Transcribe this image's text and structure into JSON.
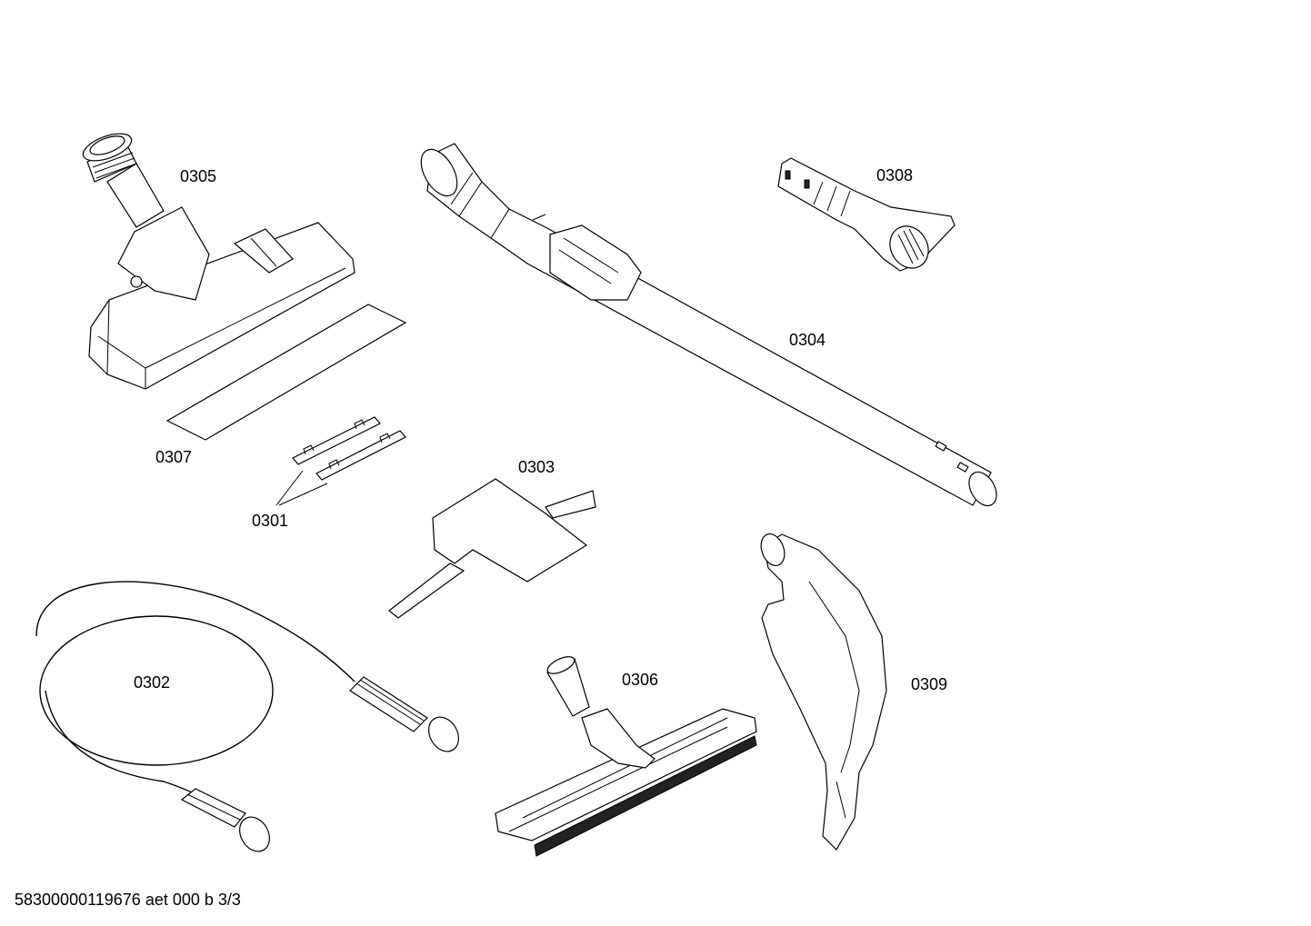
{
  "labels": {
    "p0301": "0301",
    "p0302": "0302",
    "p0303": "0303",
    "p0304": "0304",
    "p0305": "0305",
    "p0306": "0306",
    "p0307": "0307",
    "p0308": "0308",
    "p0309": "0309"
  },
  "footer": "58300000119676 aet 000 b 3/3"
}
